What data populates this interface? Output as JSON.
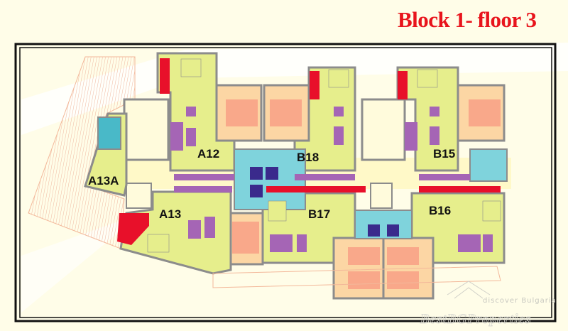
{
  "title": "Block 1- floor 3",
  "units": {
    "a12": "A12",
    "a13a": "A13A",
    "a13": "A13",
    "b18": "B18",
    "b17": "B17",
    "b15": "B15",
    "b16": "B16"
  },
  "watermark": {
    "tagline": "discover Bulgaria",
    "brand": "BestBGProperties"
  },
  "colors": {
    "title": "#e8141c",
    "living": "#e6ee8c",
    "bedroom": "#fcd6a4",
    "bath": "#7fd3dc",
    "furniture": "#a565b5",
    "kitchen": "#e8102a",
    "wall": "#8c8c8c"
  }
}
